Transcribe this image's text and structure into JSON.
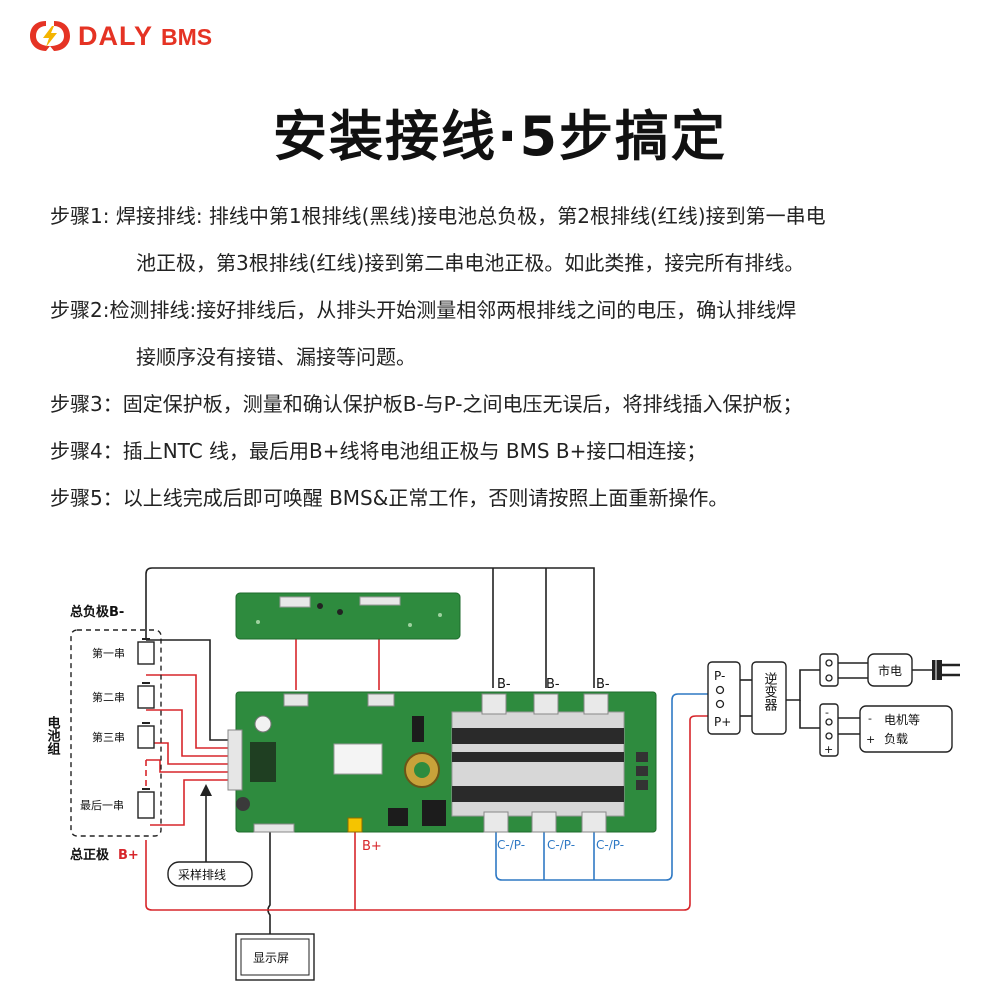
{
  "header": {
    "brand": "DALY",
    "brand_suffix": "BMS",
    "title": "安装接线·5步搞定"
  },
  "steps": [
    {
      "line1": "步骤1: 焊接排线: 排线中第1根排线(黑线)接电池总负极，第2根排线(红线)接到第一串电",
      "line2": "池正极，第3根排线(红线)接到第二串电池正极。如此类推，接完所有排线。"
    },
    {
      "line1": "步骤2:检测排线:接好排线后，从排头开始测量相邻两根排线之间的电压，确认排线焊",
      "line2": "接顺序没有接错、漏接等问题。"
    },
    {
      "line1": "步骤3：固定保护板，测量和确认保护板B-与P-之间电压无误后，将排线插入保护板；",
      "line2": ""
    },
    {
      "line1": "步骤4：插上NTC 线，最后用B+线将电池组正极与 BMS B+接口相连接；",
      "line2": ""
    },
    {
      "line1": "步骤5：以上线完成后即可唤醒 BMS&正常工作，否则请按照上面重新操作。",
      "line2": ""
    }
  ],
  "diagram": {
    "battery_pack_label": "电池组",
    "total_negative": "总负极B-",
    "total_positive_text": "总正极",
    "total_positive_pole": "B+",
    "cells": [
      "第一串",
      "第二串",
      "第三串",
      "最后一串"
    ],
    "sampling_cable": "采样排线",
    "display": "显示屏",
    "b_minus_labels": [
      "B-",
      "B-",
      "B-"
    ],
    "c_p_labels": [
      "C-/P-",
      "C-/P-",
      "C-/P-"
    ],
    "board_b_plus": "B+",
    "p_minus": "P-",
    "p_plus": "P+",
    "inverter": "逆变器",
    "mains": "市电",
    "load": "电机等负载",
    "load_line1": "电机等",
    "load_line2": "负载",
    "minus_sign": "-",
    "plus_sign": "+",
    "colors": {
      "red": "#d7262b",
      "blue": "#2f79c4",
      "pcb": "#2e8b3e",
      "brand": "#e53324"
    }
  }
}
